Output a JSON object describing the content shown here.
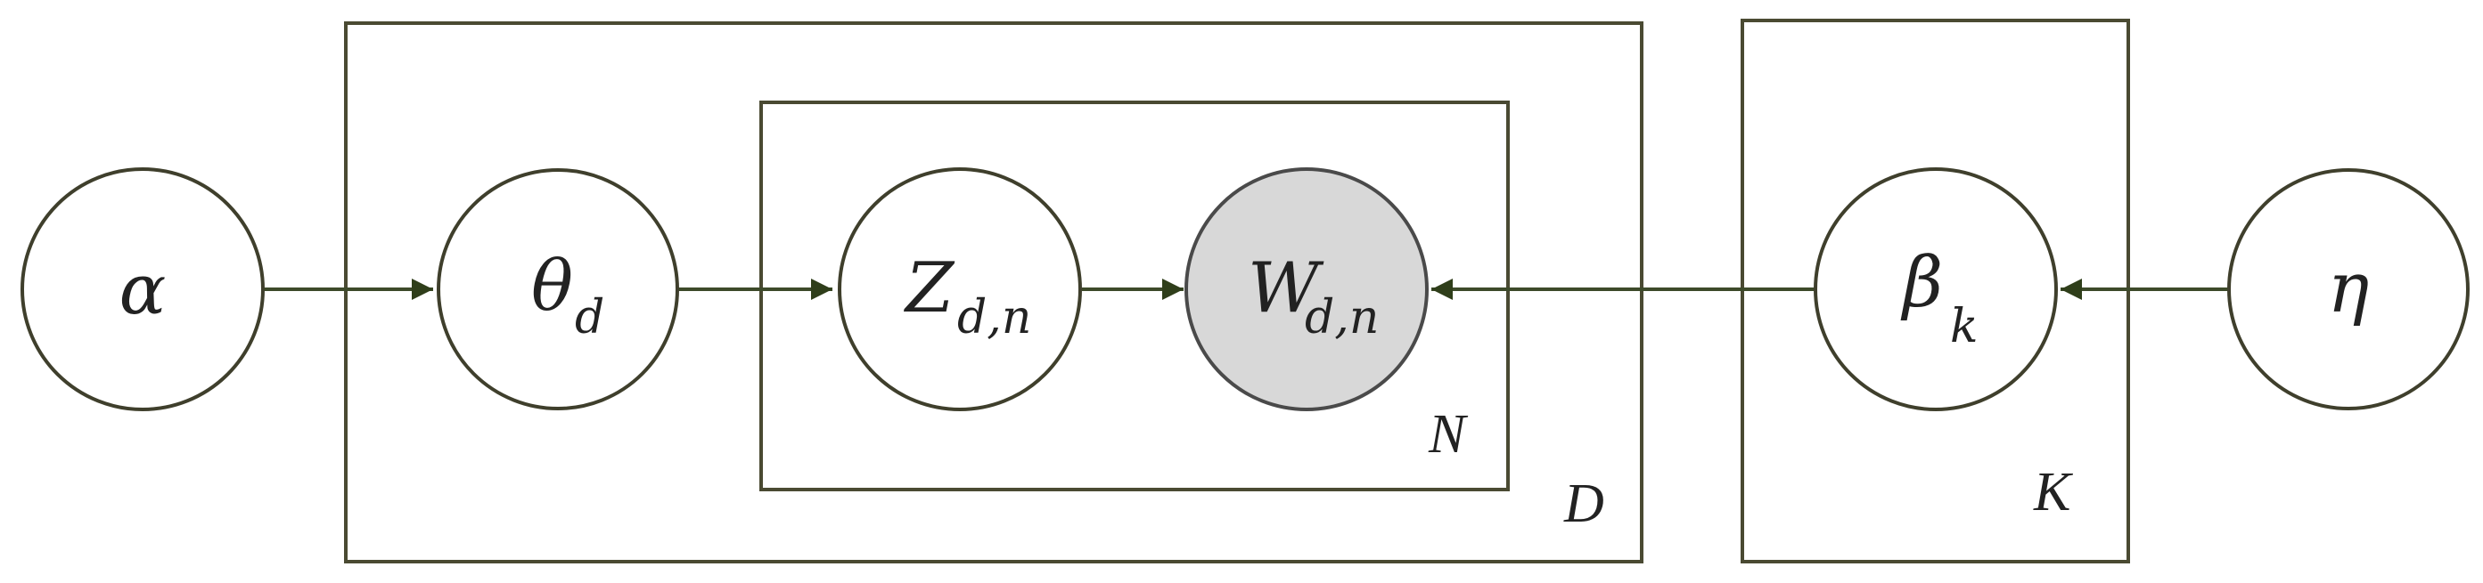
{
  "nodes": {
    "alpha": {
      "symbol": "α",
      "subscript": "",
      "observed": false
    },
    "theta": {
      "symbol": "θ",
      "subscript": "d",
      "observed": false
    },
    "z": {
      "symbol": "Z",
      "subscript": "d,n",
      "observed": false
    },
    "w": {
      "symbol": "W",
      "subscript": "d,n",
      "observed": true
    },
    "beta": {
      "symbol": "β",
      "subscript": "k",
      "observed": false
    },
    "eta": {
      "symbol": "η",
      "subscript": "",
      "observed": false
    }
  },
  "plates": {
    "documents": {
      "label": "D"
    },
    "words": {
      "label": "N"
    },
    "topics": {
      "label": "K"
    }
  },
  "edges": [
    {
      "from": "alpha",
      "to": "theta"
    },
    {
      "from": "theta",
      "to": "z"
    },
    {
      "from": "z",
      "to": "w"
    },
    {
      "from": "beta",
      "to": "w"
    },
    {
      "from": "eta",
      "to": "beta"
    }
  ],
  "colors": {
    "observed_fill": "#d8d8d8",
    "node_fill": "#ffffff",
    "line": "#3d4a2a"
  }
}
